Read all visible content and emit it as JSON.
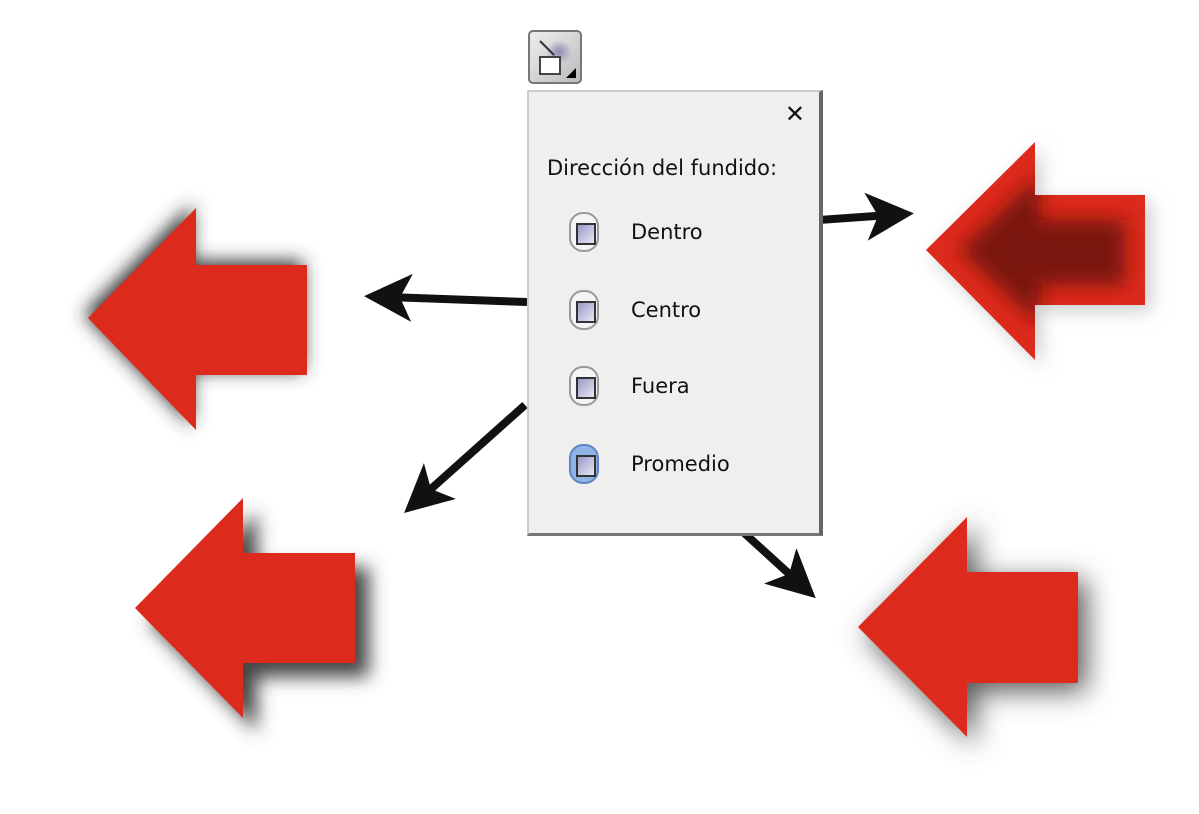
{
  "panel": {
    "title": "Dirección del fundido:",
    "close_icon": "close-icon",
    "options": [
      {
        "label": "Dentro"
      },
      {
        "label": "Centro"
      },
      {
        "label": "Fuera"
      },
      {
        "label": "Promedio"
      }
    ]
  },
  "colors": {
    "arrow_red": "#dc2a1c",
    "arrow_dark": "#7a1610",
    "pointer": "#111111"
  }
}
